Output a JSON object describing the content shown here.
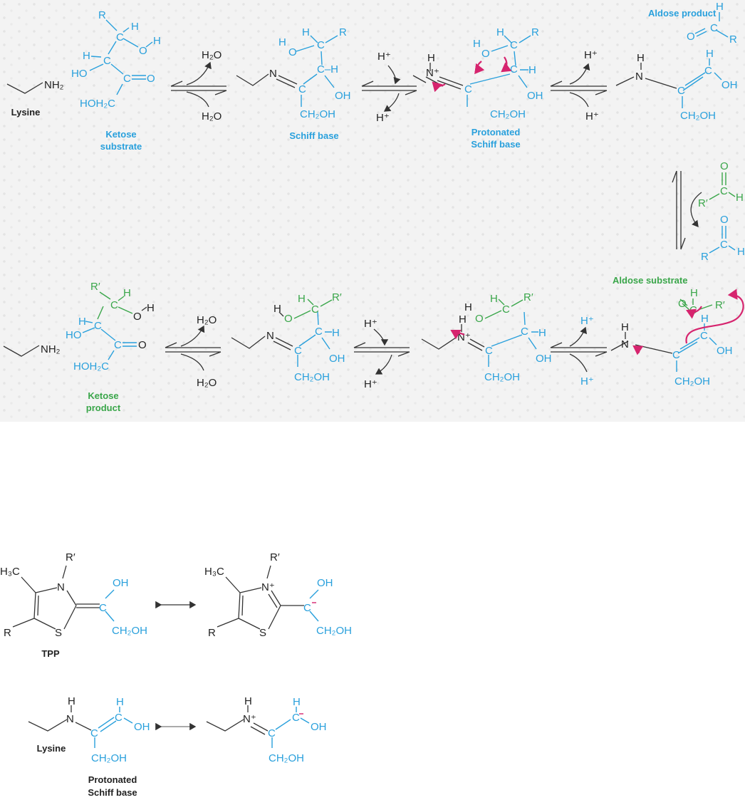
{
  "atoms": {
    "H": "H",
    "O": "O",
    "C": "C",
    "N": "N",
    "S": "S",
    "R": "R",
    "R_prime": "R′",
    "OH": "OH",
    "HO": "HO",
    "NH2": "NH₂",
    "H2O": "H₂O",
    "H_plus": "H⁺",
    "CH2OH": "CH₂OH",
    "HOH2C": "HOH₂C",
    "H3C": "H₃C",
    "N_plus": "N⁺",
    "H_dash": "H–",
    "C_H": "C–H"
  },
  "captions": {
    "lysine": "Lysine",
    "ketose_substrate": [
      "Ketose",
      "substrate"
    ],
    "schiff_base": "Schiff base",
    "protonated_schiff_base": [
      "Protonated",
      "Schiff base"
    ],
    "aldose_product": "Aldose product",
    "aldose_substrate": "Aldose substrate",
    "ketose_product": [
      "Ketose",
      "product"
    ],
    "tpp": "TPP"
  },
  "colors": {
    "substrate_blue": "#29a0dc",
    "product_green": "#3aa64a",
    "electron_arrow_magenta": "#d6246e",
    "bond_black": "#222222"
  }
}
